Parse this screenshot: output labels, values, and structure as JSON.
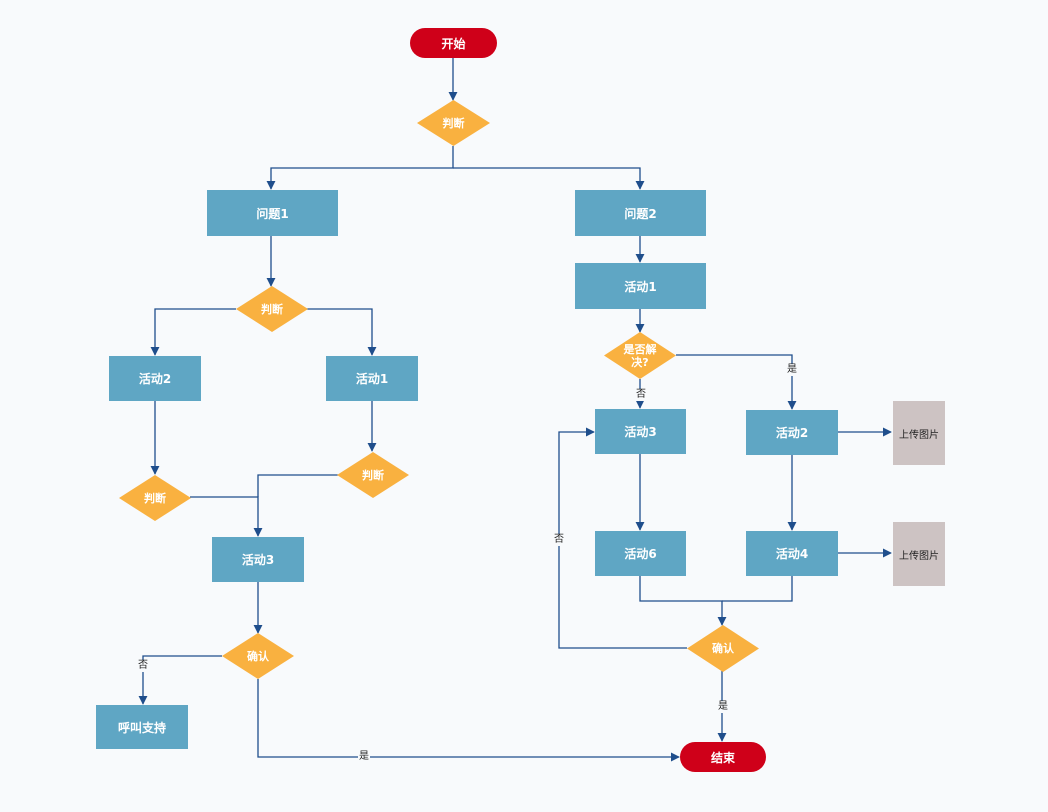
{
  "nodes": {
    "start": "开始",
    "end": "结束",
    "judge_top": "判断",
    "problem1": "问题1",
    "problem2": "问题2",
    "judge_p1": "判断",
    "activity2_left": "活动2",
    "activity1_left": "活动1",
    "judge_a1": "判断",
    "judge_a2": "判断",
    "activity3_left": "活动3",
    "confirm_left": "确认",
    "call_support": "呼叫支持",
    "activity1_right": "活动1",
    "resolved": "是否解决?",
    "activity3_right": "活动3",
    "activity2_right": "活动2",
    "activity6": "活动6",
    "activity4": "活动4",
    "upload1": "上传图片",
    "upload2": "上传图片",
    "confirm_right": "确认"
  },
  "edge_labels": {
    "no_left": "否",
    "yes_left": "是",
    "no_resolved": "否",
    "yes_resolved": "是",
    "no_loop": "否",
    "yes_right": "是"
  },
  "colors": {
    "terminal": "#cf0019",
    "process": "#5fa6c4",
    "decision": "#f9b140",
    "document": "#cdc3c3",
    "connector": "#1f4e8c"
  }
}
